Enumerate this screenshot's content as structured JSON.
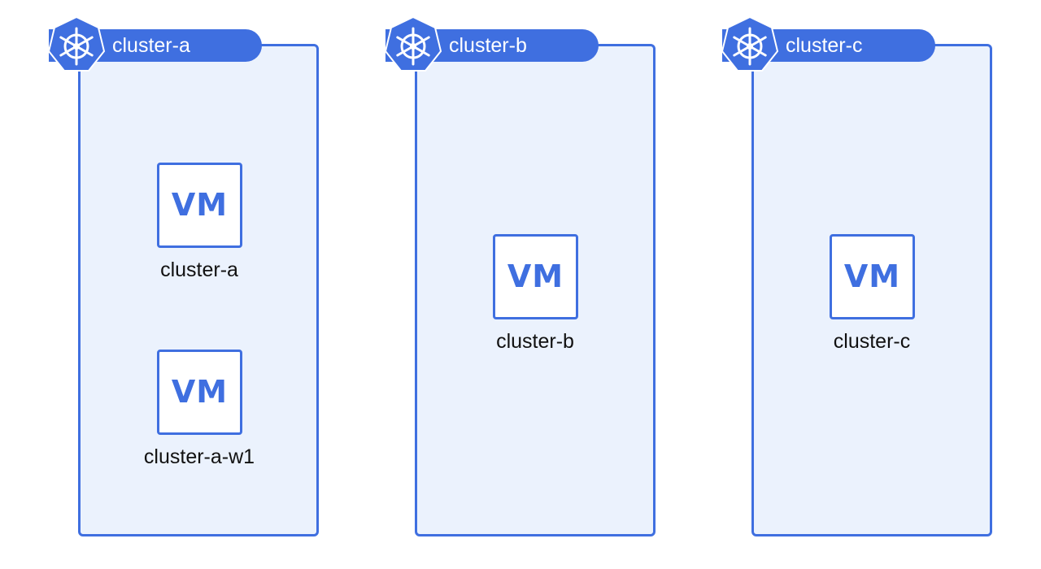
{
  "clusters": [
    {
      "name": "cluster-a",
      "vms": [
        {
          "badge": "VM",
          "label": "cluster-a"
        },
        {
          "badge": "VM",
          "label": "cluster-a-w1"
        }
      ]
    },
    {
      "name": "cluster-b",
      "vms": [
        {
          "badge": "VM",
          "label": "cluster-b"
        }
      ]
    },
    {
      "name": "cluster-c",
      "vms": [
        {
          "badge": "VM",
          "label": "cluster-c"
        }
      ]
    }
  ],
  "icons": {
    "cluster_logo": "kubernetes-wheel-icon"
  },
  "colors": {
    "accent": "#3f6fe0",
    "cluster_fill": "#ebf2fd",
    "label_text": "#111111"
  }
}
